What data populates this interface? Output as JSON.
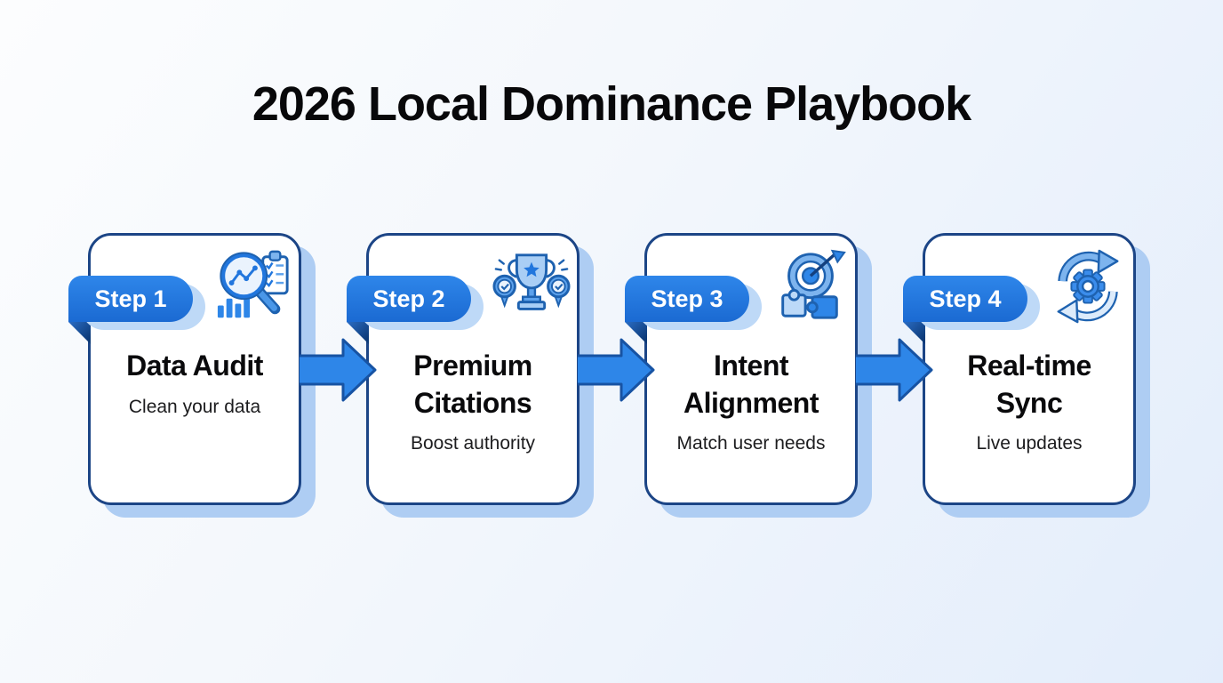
{
  "header": {
    "title": "2026 Local Dominance Playbook"
  },
  "colors": {
    "accent_blue": "#2176dd",
    "arrow_fill": "#2e86e8",
    "card_border": "#1c4586",
    "card_shadow": "#aecdf3",
    "badge_shadow": "#bed9f7",
    "badge_fill": "#2176dd",
    "fold_dark": "#0d3a77",
    "background_start": "#fcfdfe",
    "background_end": "#e3edfb"
  },
  "steps": [
    {
      "label": "Step 1",
      "title": "Data Audit",
      "subtitle": "Clean your data",
      "icon": "magnifier-analytics-icon"
    },
    {
      "label": "Step 2",
      "title": "Premium Citations",
      "subtitle": "Boost authority",
      "icon": "trophy-medals-icon"
    },
    {
      "label": "Step 3",
      "title": "Intent Alignment",
      "subtitle": "Match user needs",
      "icon": "target-puzzle-icon"
    },
    {
      "label": "Step 4",
      "title": "Real-time Sync",
      "subtitle": "Live updates",
      "icon": "sync-gear-icon"
    }
  ]
}
